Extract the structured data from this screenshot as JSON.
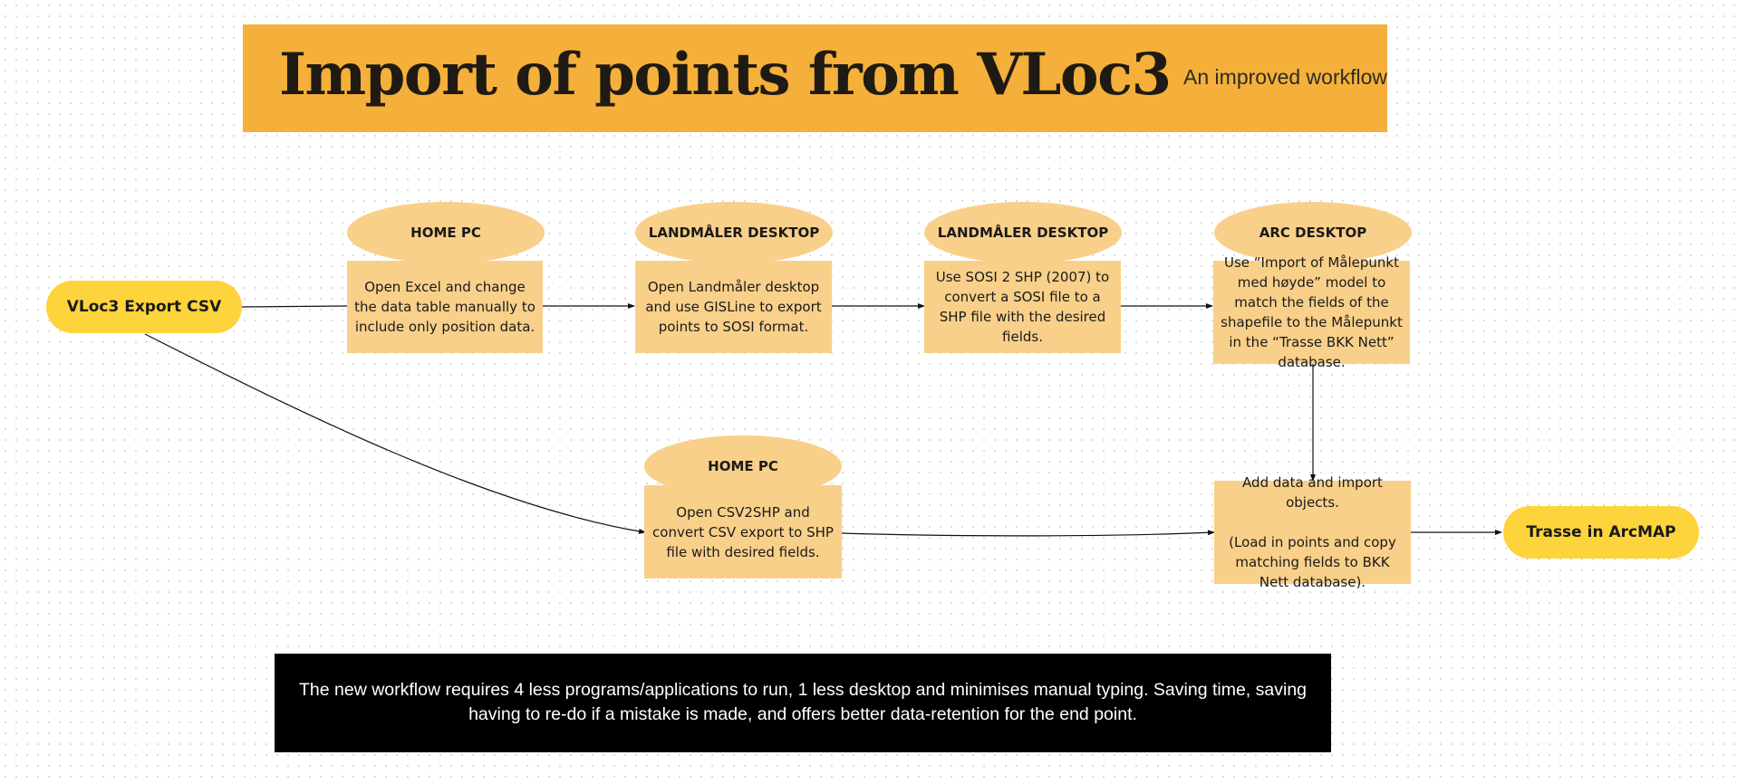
{
  "header": {
    "title": "Import of points from VLoc3",
    "subtitle": "An improved workflow"
  },
  "start": {
    "label": "VLoc3 Export CSV"
  },
  "end": {
    "label": "Trasse in ArcMAP"
  },
  "steps": [
    {
      "heading": "HOME PC",
      "text": "Open Excel and change the data table manually to include only position data."
    },
    {
      "heading": "LANDMÅLER DESKTOP",
      "text": "Open Landmåler desktop and use GISLine to export points to SOSI format."
    },
    {
      "heading": "LANDMÅLER DESKTOP",
      "text": "Use SOSI 2 SHP (2007) to convert a SOSI file to a SHP file with the desired fields."
    },
    {
      "heading": "ARC DESKTOP",
      "text": "Use “Import of Målepunkt med høyde” model to match the fields of the shapefile to the Målepunkt in the “Trasse BKK Nett” database."
    },
    {
      "heading": "HOME PC",
      "text": "Open CSV2SHP and convert CSV export to SHP file with desired fields."
    },
    {
      "text": "Add data and import objects.\n\n(Load in points and copy matching fields to BKK Nett database)."
    }
  ],
  "note": "The new workflow requires 4 less programs/applications to run, 1 less desktop and minimises manual typing. Saving time, saving having to re-do if a mistake is made, and offers better data-retention for the end point.",
  "colors": {
    "header": "#f4b03a",
    "pill": "#fdd43b",
    "step": "#f9d08a",
    "note_background": "#000000"
  }
}
